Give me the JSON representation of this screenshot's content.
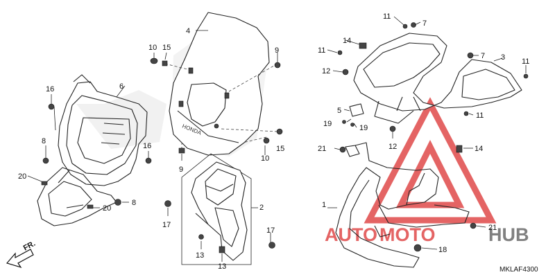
{
  "diagram_code": "MKLAF4300",
  "direction_label": "FR.",
  "windscreen_brand": "HONDA",
  "watermark": {
    "text_red": "AUTO",
    "text_mid": "MOTO",
    "text_gray": "HUB",
    "red_color": "#e04a4a",
    "gray_color": "#6b6b6b"
  },
  "callouts": [
    "1",
    "2",
    "3",
    "4",
    "5",
    "6",
    "7",
    "7",
    "8",
    "8",
    "9",
    "9",
    "10",
    "10",
    "11",
    "11",
    "11",
    "11",
    "12",
    "12",
    "13",
    "13",
    "14",
    "14",
    "15",
    "15",
    "16",
    "16",
    "17",
    "17",
    "18",
    "19",
    "19",
    "20",
    "20",
    "21",
    "21"
  ]
}
